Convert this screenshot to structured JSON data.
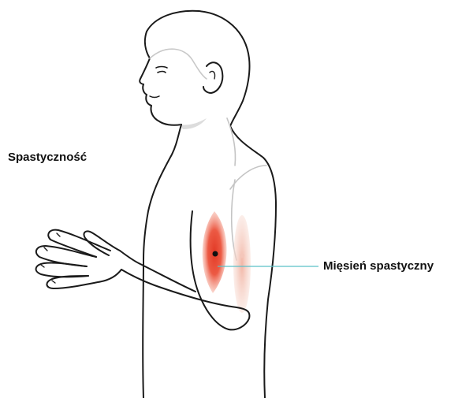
{
  "labels": {
    "title": "Spastyczność",
    "muscle": "Mięsień spastyczny"
  },
  "colors": {
    "outline": "#1a1a1a",
    "light_line": "#bfbfbf",
    "muscle_red": "#e8402a",
    "muscle_pale": "#f0b8a8",
    "pointer_line": "#5bc0c8",
    "text": "#111111"
  },
  "icons": {
    "figure": "human-figure-profile-illustration",
    "muscle_dot": "marker-dot"
  }
}
